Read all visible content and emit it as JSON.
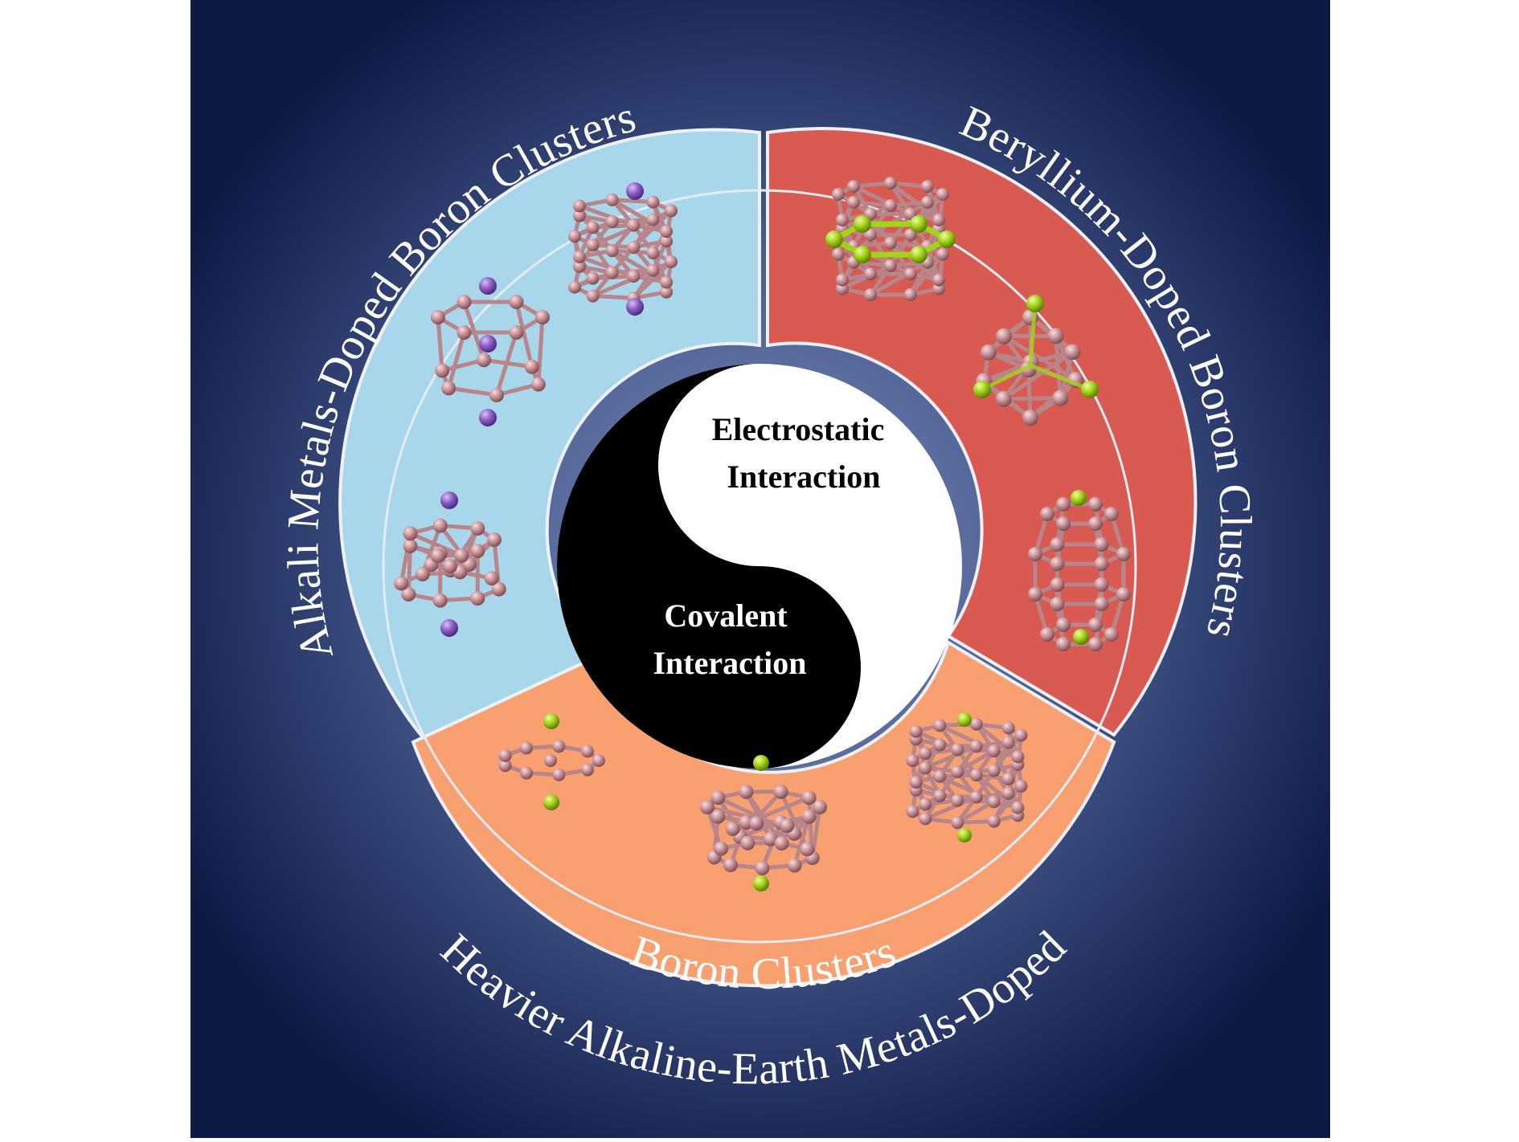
{
  "center": {
    "electrostatic": [
      "Electrostatic",
      "Interaction"
    ],
    "covalent": [
      "Covalent",
      "Interaction"
    ]
  },
  "segments": {
    "alkali": {
      "label": "Alkali Metals-Doped Boron Clusters",
      "color": "#a8d6ea"
    },
    "beryllium": {
      "label": "Beryllium-Doped Boron Clusters",
      "color": "#d95a50"
    },
    "heavier": {
      "label_outer": "Heavier Alkaline-Earth Metals-Doped",
      "label_inner": "Boron Clusters",
      "color": "#f9a070"
    }
  },
  "colors": {
    "background_center": "#7c8dbb",
    "background_edge": "#0d1a46",
    "boron_atom": "#c99297",
    "alkali_atom": "#8e5ec8",
    "alkaline_earth_atom": "#a4d418",
    "label_text": "#ffffff"
  },
  "icons": [
    "yin-yang-icon",
    "boron-cluster-icon"
  ]
}
